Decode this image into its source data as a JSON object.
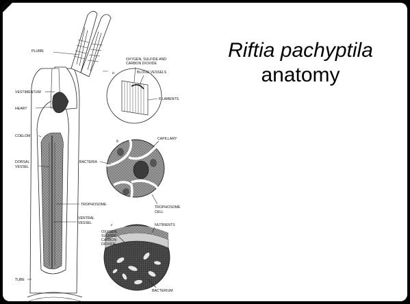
{
  "slide": {
    "title_species": "Riftia pachyptila",
    "title_rest": "anatomy"
  },
  "diagram": {
    "labels": {
      "plume": "PLUME",
      "vestimentum": "VESTIMENTUM",
      "heart": "HEART",
      "coelom": "COELOM",
      "dorsal_vessel_1": "DORSAL",
      "dorsal_vessel_2": "VESSEL",
      "trophosome": "TROPHOSOME",
      "ventral_vessel_1": "VENTRAL",
      "ventral_vessel_2": "VESSEL",
      "tube": "TUBE",
      "oxygen_sulfide_co2_1": "OXYGEN, SULFIDE AND",
      "oxygen_sulfide_co2_2": "CARBON DIOXIDE",
      "blood_vessels": "BLOOD VESSELS",
      "filaments": "FILAMENTS",
      "capillary": "CAPILLARY",
      "bacteria": "BACTERIA",
      "trophosome_cell_1": "TROPHOSOME",
      "trophosome_cell_2": "CELL",
      "nutrients": "NUTRIENTS",
      "oxygen_1": "OXYGEN,",
      "oxygen_2": "SULFIDE,",
      "oxygen_3": "CARBON",
      "oxygen_4": "DIOXIDE",
      "bacterium": "BACTERIUM"
    },
    "panel_letters": {
      "a": "a",
      "b": "b",
      "c": "c"
    }
  }
}
